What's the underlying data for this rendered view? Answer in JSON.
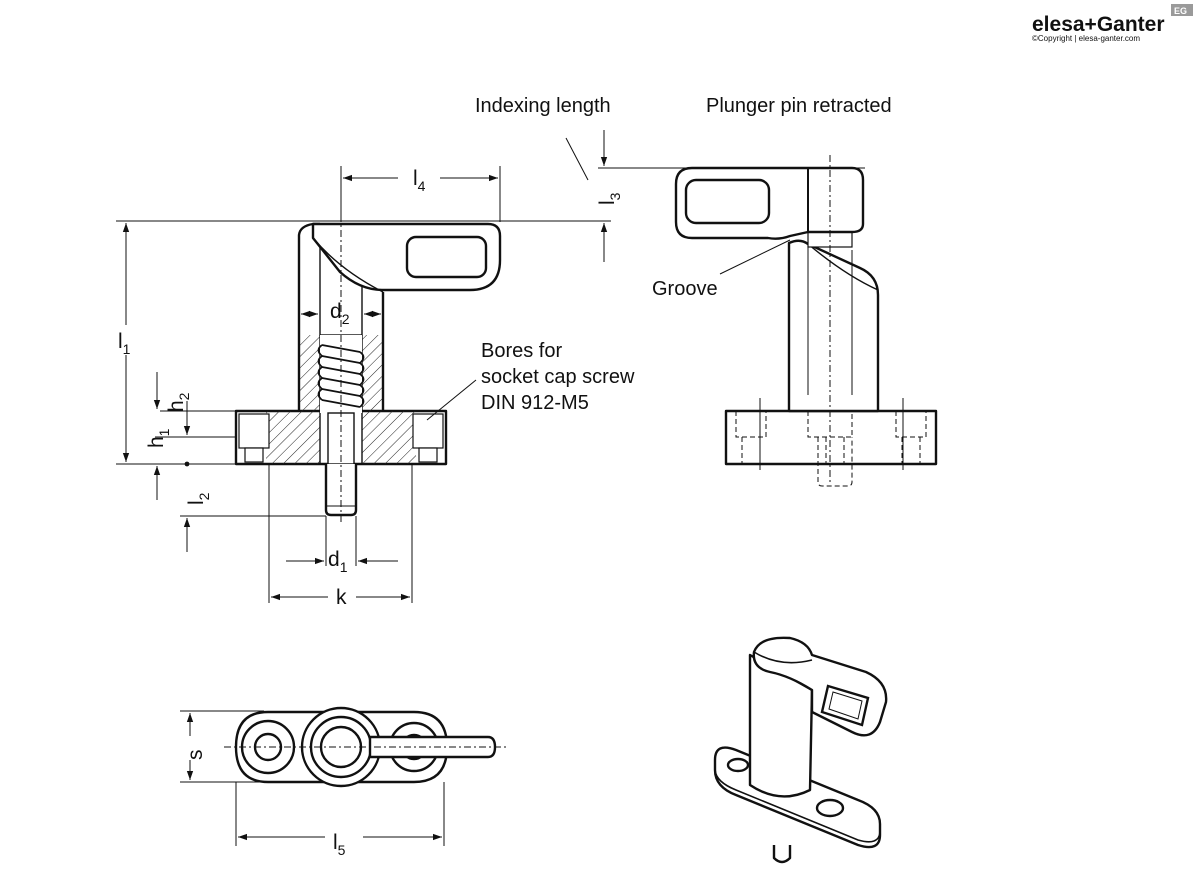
{
  "logo": {
    "brand": "elesa+Ganter",
    "copyright": "©Copyright | elesa-ganter.com",
    "badge": "EG"
  },
  "labels": {
    "indexing_length": "Indexing length",
    "plunger_retracted": "Plunger pin retracted",
    "groove": "Groove",
    "bores_line1": "Bores for",
    "bores_line2": "socket cap screw",
    "bores_line3": "DIN 912-M5"
  },
  "dimensions": {
    "l1": {
      "main": "l",
      "sub": "1"
    },
    "l2": {
      "main": "l",
      "sub": "2"
    },
    "l3": {
      "main": "l",
      "sub": "3"
    },
    "l4": {
      "main": "l",
      "sub": "4"
    },
    "l5": {
      "main": "l",
      "sub": "5"
    },
    "d1": {
      "main": "d",
      "sub": "1"
    },
    "d2": {
      "main": "d",
      "sub": "2"
    },
    "h1": {
      "main": "h",
      "sub": "1"
    },
    "h2": {
      "main": "h",
      "sub": "2"
    },
    "k": "k",
    "s": "s"
  }
}
